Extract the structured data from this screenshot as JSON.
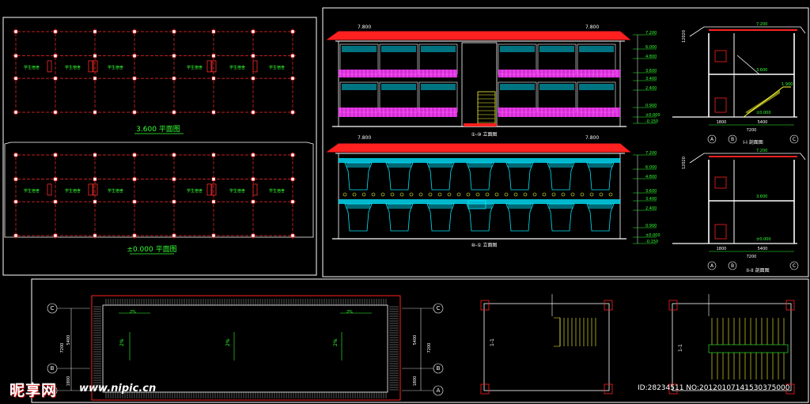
{
  "colors": {
    "background": "#000000",
    "frame": "#ffffff",
    "grid": "#ff2a2a",
    "label": "#33ff33",
    "magenta": "#ff33ff",
    "cyan": "#00e5ff",
    "yellow": "#ffff33",
    "roof": "#ff2020"
  },
  "plan_top": {
    "title": "3.600 平面图",
    "rooms": [
      "学生宿舍",
      "学生宿舍",
      "学生宿舍",
      "学生宿舍",
      "学生宿舍",
      "学生宿舍"
    ]
  },
  "plan_bottom": {
    "title": "±0.000 平面图",
    "rooms": [
      "学生宿舍",
      "学生宿舍",
      "学生宿舍",
      "学生宿舍",
      "学生宿舍",
      "学生宿舍"
    ]
  },
  "front_elev": {
    "title": "①-⑩ 立面图",
    "top_mark": "7.800",
    "levels": [
      "7.200",
      "6.000",
      "4.800",
      "3.600",
      "3.400",
      "2.400",
      "0.900",
      "±0.000",
      "-0.150"
    ]
  },
  "rear_elev": {
    "title": "⑩-① 立面图",
    "top_mark": "7.800",
    "levels": [
      "7.200",
      "6.000",
      "4.800",
      "3.600",
      "3.400",
      "2.400",
      "0.900",
      "±0.000",
      "-0.150"
    ]
  },
  "section1": {
    "title": "I-I 剖面图",
    "dims": [
      "1800",
      "5400",
      "7200"
    ],
    "axes": [
      "A",
      "B",
      "C"
    ],
    "marks": [
      "7.200",
      "3.600",
      "±0.000",
      "1.900"
    ],
    "side": "12020"
  },
  "section2": {
    "title": "II-II 剖面图",
    "dims": [
      "1800",
      "5400",
      "7200"
    ],
    "axes": [
      "A",
      "B",
      "C"
    ],
    "marks": [
      "7.200",
      "3.600",
      "±0.000"
    ],
    "side": "12020"
  },
  "roof_plan": {
    "axes_left": [
      "C",
      "B",
      "A"
    ],
    "axes_right": [
      "C",
      "B",
      "A"
    ],
    "dims_left": [
      "7200",
      "5400",
      "1800"
    ],
    "dims_right": [
      "5400",
      "7200",
      "1800"
    ],
    "slope": "2%"
  },
  "stair1": {
    "label": "1-1"
  },
  "stair2": {
    "label": "1-1"
  },
  "watermark": {
    "logo": "昵享网",
    "url": "www.nipic.cn",
    "id": "ID:28234511 NO:20120107141530375000"
  }
}
